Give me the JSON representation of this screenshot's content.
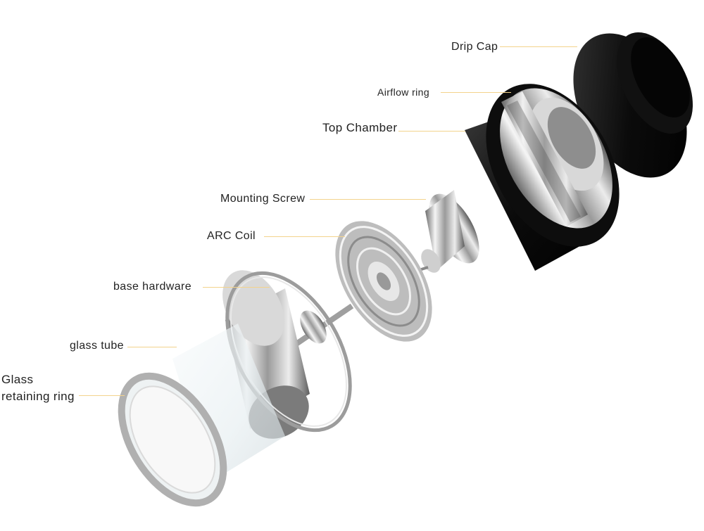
{
  "labels": {
    "drip_cap": "Drip Cap",
    "airflow_ring": "Airflow ring",
    "top_chamber": "Top Chamber",
    "mounting_screw": "Mounting Screw",
    "arc_coil": "ARC Coil",
    "base_hardware": "base hardware",
    "glass_tube": "glass tube",
    "glass_retaining_ring_line1": "Glass",
    "glass_retaining_ring_line2": "retaining ring"
  },
  "colors": {
    "leader_line": "#f3d38c",
    "label_text": "#222222",
    "black_part": "#0c0c0c",
    "steel_light": "#f2f2f2",
    "steel_dark": "#6d6d6d",
    "glass": "#dfe7ea"
  }
}
